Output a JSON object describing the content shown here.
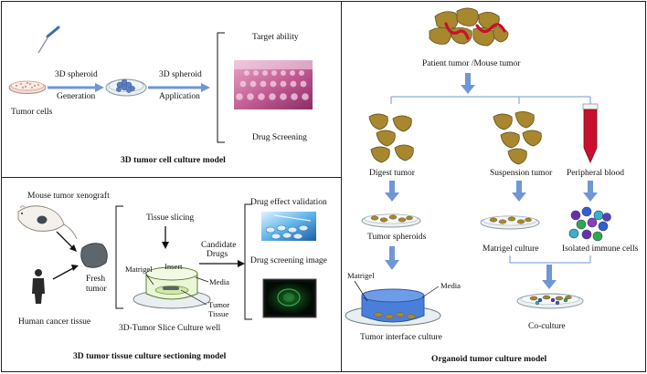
{
  "panel_a": {
    "tumor_cells": "Tumor cells",
    "arrow1_line1": "3D  spheroid",
    "arrow1_line2": "Generation",
    "arrow2_line1": "3D  spheroid",
    "arrow2_line2": "Application",
    "target_ability": "Target ability",
    "drug_screening": "Drug Screening",
    "title": "3D tumor cell culture model"
  },
  "panel_b": {
    "mouse_xenograft": "Mouse tumor xenograft",
    "human_tissue": "Human cancer tissue",
    "fresh_line1": "Fresh",
    "fresh_line2": "tumor",
    "tissue_slicing": "Tissue slicing",
    "matrigel": "Matrigel",
    "insert": "Insert",
    "media": "Media",
    "tumor_tissue_line1": "Tumor",
    "tumor_tissue_line2": "Tissue",
    "well_label": "3D-Tumor Slice Culture well",
    "candidate_line1": "Candidate",
    "candidate_line2": "Drugs",
    "drug_effect": "Drug effect validation",
    "drug_image": "Drug screening image",
    "title": "3D tumor tissue culture sectioning model"
  },
  "panel_c": {
    "patient_tumor": "Patient tumor /Mouse tumor",
    "digest_tumor": "Digest tumor",
    "suspension_tumor": "Suspension tumor",
    "peripheral_blood": "Peripheral blood",
    "tumor_spheroids": "Tumor spheroids",
    "matrigel_culture": "Matrigel culture",
    "isolated_immune": "Isolated immune cells",
    "matrigel": "Matrigel",
    "media": "Media",
    "interface_culture": "Tumor interface culture",
    "co_culture": "Co-culture",
    "title": "Organoid tumor culture model"
  },
  "colors": {
    "arrow_blue": "#6f97d4",
    "tumor_gold": "#a8872e",
    "tumor_edge": "#6b5a2a",
    "blood_red": "#c8102e",
    "dish_blue": "#2f6fd6"
  }
}
